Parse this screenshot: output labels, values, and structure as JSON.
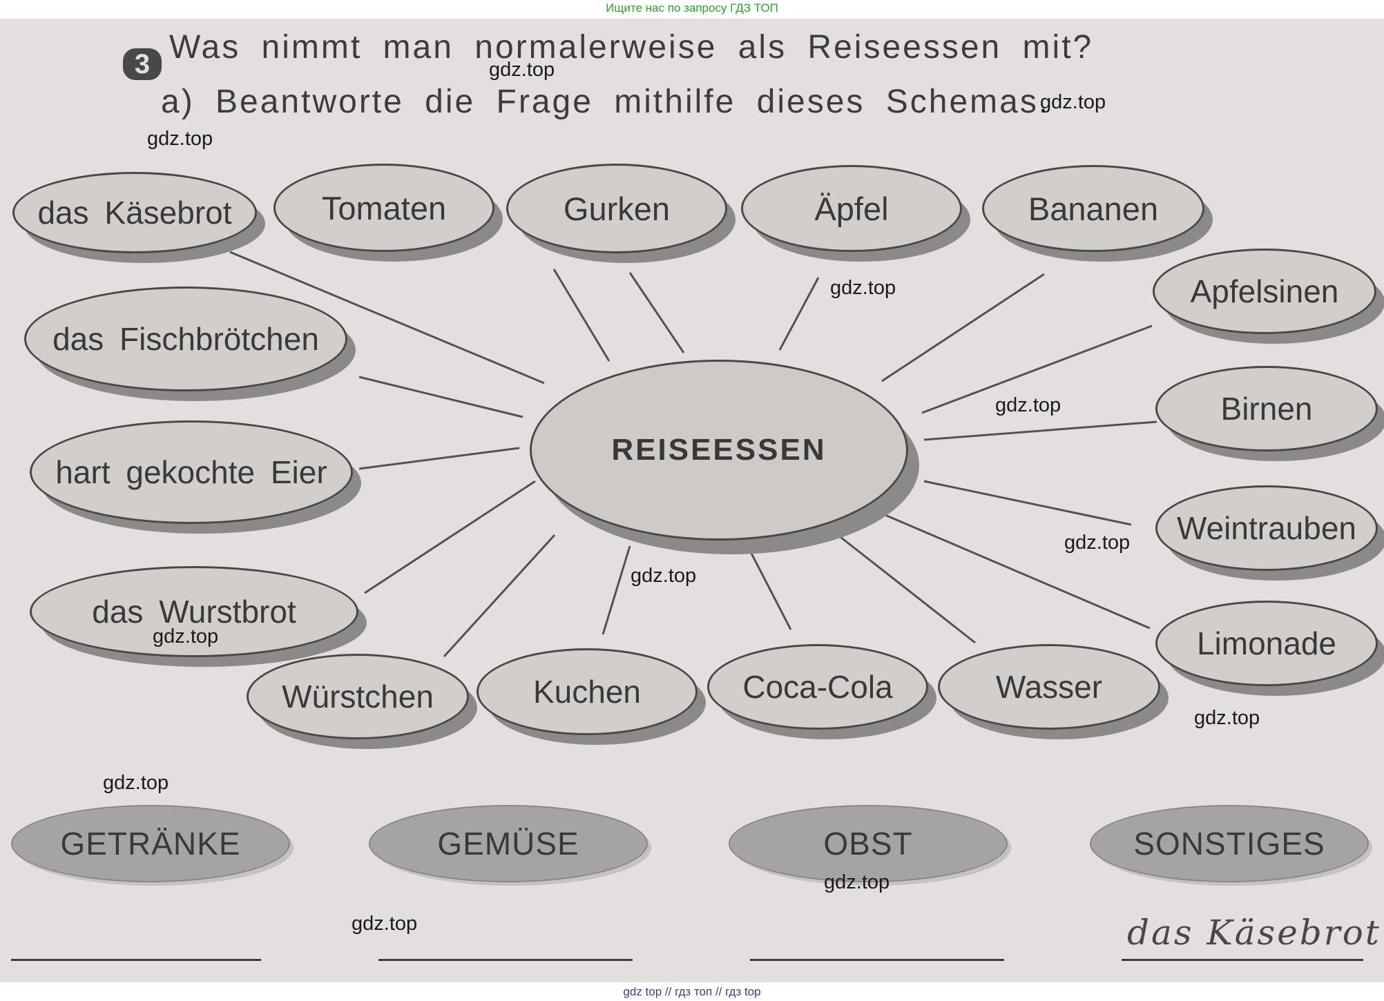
{
  "top_banner": "Ищите нас по запросу ГДЗ ТОП",
  "bottom_banner": "gdz top  //  гдз топ  //  гдз top",
  "task": {
    "number": "3",
    "question": "Was nimmt man normalerweise als Reiseessen mit?",
    "instruction": "a) Beantworte die Frage mithilfe dieses Schemas."
  },
  "center": "REISEESSEN",
  "items": [
    "das Käsebrot",
    "Tomaten",
    "Gurken",
    "Äpfel",
    "Bananen",
    "Apfelsinen",
    "Birnen",
    "Weintrauben",
    "Limonade",
    "Wasser",
    "Coca-Cola",
    "Kuchen",
    "Würstchen",
    "das Wurstbrot",
    "hart gekochte Eier",
    "das Fischbrötchen"
  ],
  "categories": [
    "GETRÄNKE",
    "GEMÜSE",
    "OBST",
    "SONSTIGES"
  ],
  "example_answer": "das Käsebrot",
  "watermark": "gdz.top"
}
